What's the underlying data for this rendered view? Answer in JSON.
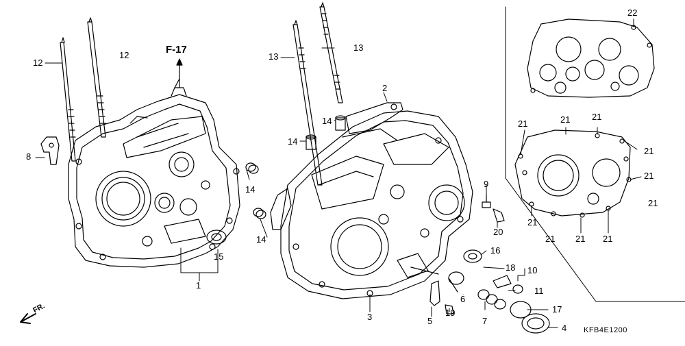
{
  "diagram": {
    "ref_label": "F-17",
    "front_label": "FR.",
    "drawing_code": "KFB4E1200",
    "part_callouts": {
      "p1": "1",
      "p2": "2",
      "p3": "3",
      "p4": "4",
      "p5": "5",
      "p6": "6",
      "p7": "7",
      "p8": "8",
      "p9": "9",
      "p10": "10",
      "p11": "11",
      "p12a": "12",
      "p12b": "12",
      "p13a": "13",
      "p13b": "13",
      "p14a": "14",
      "p14b": "14",
      "p14c": "14",
      "p14d": "14",
      "p15": "15",
      "p16": "16",
      "p17": "17",
      "p18": "18",
      "p19": "19",
      "p20": "20",
      "p21a": "21",
      "p21b": "21",
      "p21c": "21",
      "p21d": "21",
      "p21e": "21",
      "p21f": "21",
      "p21g": "21",
      "p21h": "21",
      "p21i": "21",
      "p21j": "21",
      "p22": "22"
    },
    "colors": {
      "line": "#000000",
      "background": "#ffffff"
    }
  }
}
